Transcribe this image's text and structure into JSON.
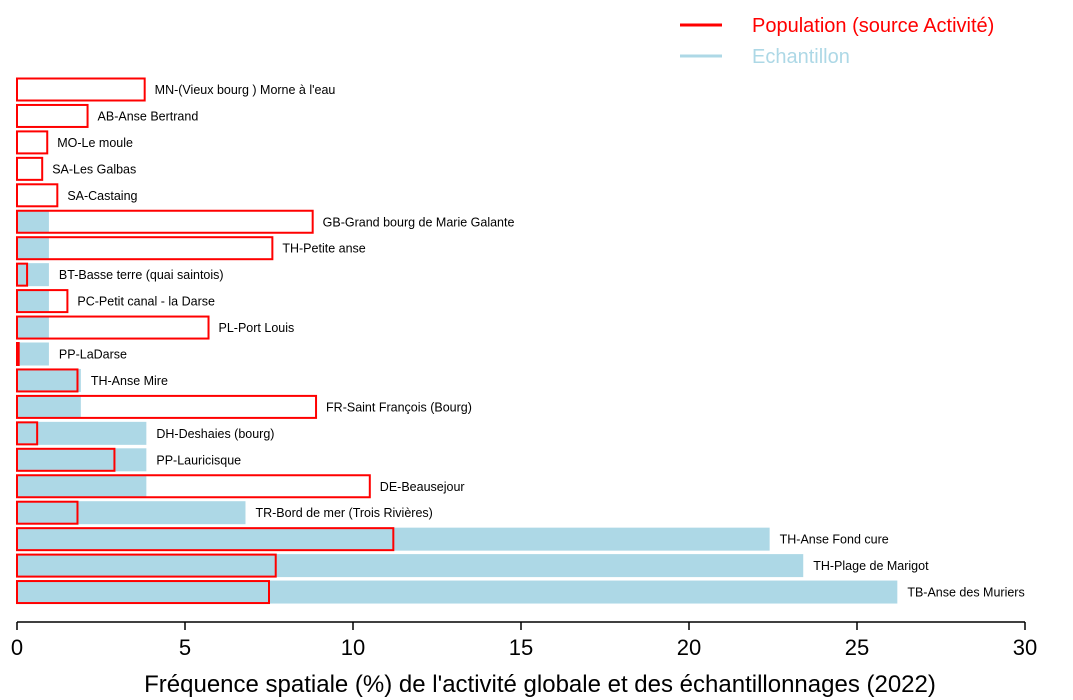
{
  "chart_data": {
    "type": "bar",
    "orientation": "horizontal",
    "title": "",
    "xlabel": "Fréquence spatiale (%) de l'activité globale et des échantillonnages (2022)",
    "ylabel": "",
    "xlim": [
      0,
      30
    ],
    "xticks": [
      "0",
      "5",
      "10",
      "15",
      "20",
      "25",
      "30"
    ],
    "grid": false,
    "legend_position": "top-right",
    "categories": [
      "MN-(Vieux bourg ) Morne à l'eau",
      "AB-Anse Bertrand",
      "MO-Le moule",
      "SA-Les Galbas",
      "SA-Castaing",
      "GB-Grand bourg de Marie Galante",
      "TH-Petite anse",
      "BT-Basse terre (quai saintois)",
      "PC-Petit canal - la Darse",
      "PL-Port Louis",
      "PP-LaDarse",
      "TH-Anse Mire",
      "FR-Saint François (Bourg)",
      "DH-Deshaies (bourg)",
      "PP-Lauricisque",
      "DE-Beausejour",
      "TR-Bord de mer (Trois Rivières)",
      "TH-Anse Fond cure",
      "TH-Plage de Marigot",
      "TB-Anse des Muriers"
    ],
    "series": [
      {
        "name": "Population (source Activité)",
        "color": "#ff0000",
        "style": "outline",
        "values": [
          3.8,
          2.1,
          0.9,
          0.75,
          1.2,
          8.8,
          7.6,
          0.3,
          1.5,
          5.7,
          0.05,
          1.8,
          8.9,
          0.6,
          2.9,
          10.5,
          1.8,
          11.2,
          7.7,
          7.5
        ]
      },
      {
        "name": "Echantillon",
        "color": "#add8e6",
        "style": "filled",
        "values": [
          0,
          0,
          0,
          0,
          0,
          0.95,
          0.95,
          0.95,
          0.95,
          0.95,
          0.95,
          1.9,
          1.9,
          3.85,
          3.85,
          3.85,
          6.8,
          22.4,
          23.4,
          26.2
        ]
      }
    ]
  }
}
